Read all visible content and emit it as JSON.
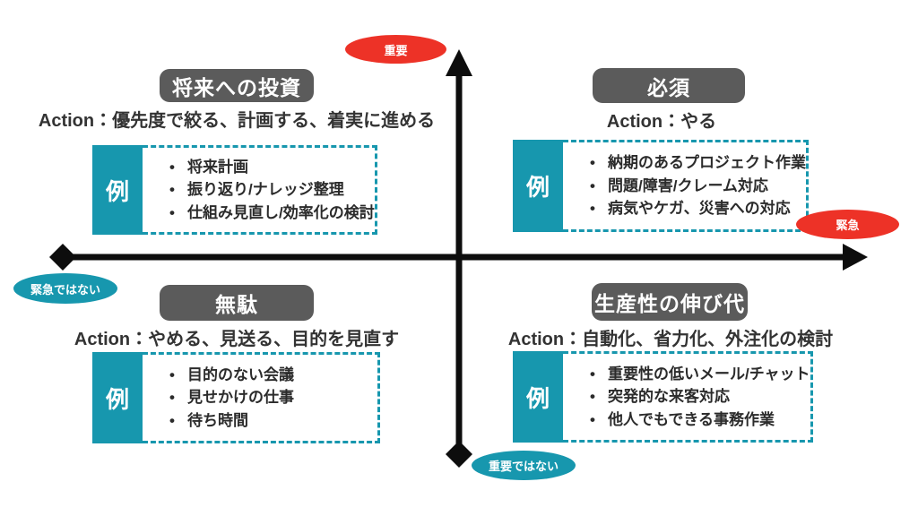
{
  "colors": {
    "teal": "#1797ae",
    "red": "#ed3227",
    "badge": "#5b5b5b",
    "ink": "#333333",
    "axis": "#0d0d0d",
    "bg": "#ffffff"
  },
  "axes": {
    "top_label": "重要",
    "right_label": "緊急",
    "left_label": "緊急ではない",
    "bottom_label": "重要ではない"
  },
  "example_label": "例",
  "quadrants": [
    {
      "id": "top-left",
      "title": "将来への投資",
      "action": "Action：優先度で絞る、計画する、着実に進める",
      "examples": [
        "将来計画",
        "振り返り/ナレッジ整理",
        "仕組み見直し/効率化の検討"
      ]
    },
    {
      "id": "top-right",
      "title": "必須",
      "action": "Action：やる",
      "examples": [
        "納期のあるプロジェクト作業",
        "問題/障害/クレーム対応",
        "病気やケガ、災害への対応"
      ]
    },
    {
      "id": "bottom-left",
      "title": "無駄",
      "action": "Action：やめる、見送る、目的を見直す",
      "examples": [
        "目的のない会議",
        "見せかけの仕事",
        "待ち時間"
      ]
    },
    {
      "id": "bottom-right",
      "title": "生産性の伸び代",
      "action": "Action：自動化、省力化、外注化の検討",
      "examples": [
        "重要性の低いメール/チャット",
        "突発的な来客対応",
        "他人でもできる事務作業"
      ]
    }
  ]
}
